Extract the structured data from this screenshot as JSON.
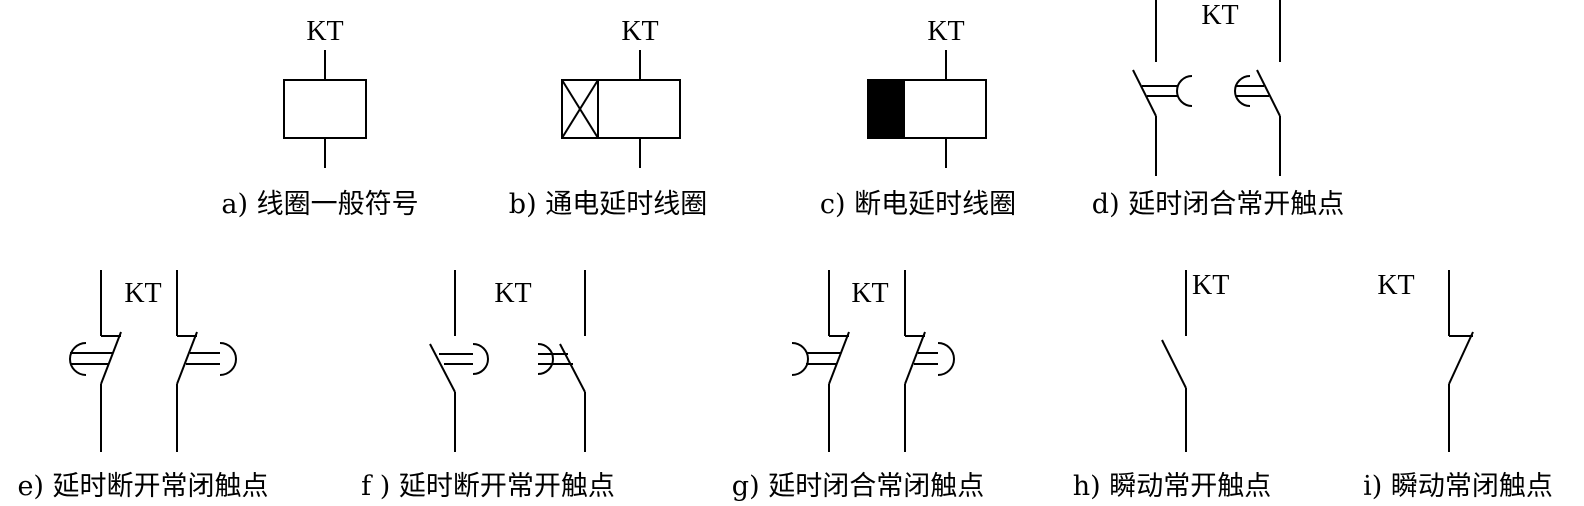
{
  "symbol_tag": "KT",
  "symbols": [
    {
      "id": "a",
      "caption": "a) 线圈一般符号"
    },
    {
      "id": "b",
      "caption": "b) 通电延时线圈"
    },
    {
      "id": "c",
      "caption": "c) 断电延时线圈"
    },
    {
      "id": "d",
      "caption": "d) 延时闭合常开触点"
    },
    {
      "id": "e",
      "caption": "e) 延时断开常闭触点"
    },
    {
      "id": "f",
      "caption": "f ) 延时断开常开触点"
    },
    {
      "id": "g",
      "caption": "g) 延时闭合常闭触点"
    },
    {
      "id": "h",
      "caption": "h) 瞬动常开触点"
    },
    {
      "id": "i",
      "caption": "i) 瞬动常闭触点"
    }
  ]
}
